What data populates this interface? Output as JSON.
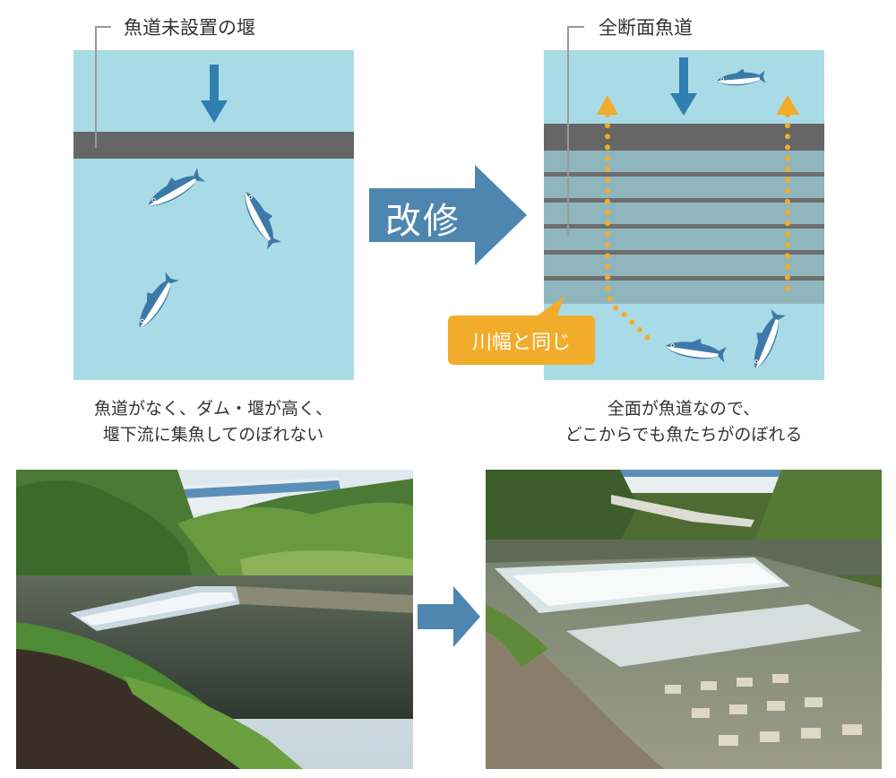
{
  "left_panel": {
    "title": "魚道未設置の堰",
    "caption_line1": "魚道がなく、ダム・堰が高く、",
    "caption_line2": "堰下流に集魚してのぼれない"
  },
  "right_panel": {
    "title": "全断面魚道",
    "caption_line1": "全面が魚道なので、",
    "caption_line2": "どこからでも魚たちがのぼれる",
    "callout": "川幅と同じ"
  },
  "center_arrow": {
    "label": "改修"
  },
  "colors": {
    "water": "#a9dbe6",
    "weir": "#666666",
    "arrow_blue": "#4f86b0",
    "flow_arrow": "#2f7fb0",
    "orange": "#f2ac2b",
    "fish_body": "#3d79a8"
  }
}
